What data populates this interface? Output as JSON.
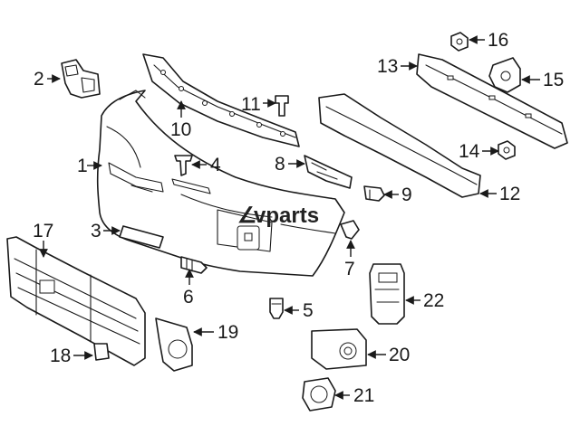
{
  "watermark": {
    "brand": "vparts",
    "prefix_glyph": "∠"
  },
  "callouts": [
    "1",
    "2",
    "3",
    "4",
    "5",
    "6",
    "7",
    "8",
    "9",
    "10",
    "11",
    "12",
    "13",
    "14",
    "15",
    "16",
    "17",
    "18",
    "19",
    "20",
    "21",
    "22"
  ],
  "colors": {
    "ink": "#1a1a1a",
    "background": "#ffffff"
  }
}
